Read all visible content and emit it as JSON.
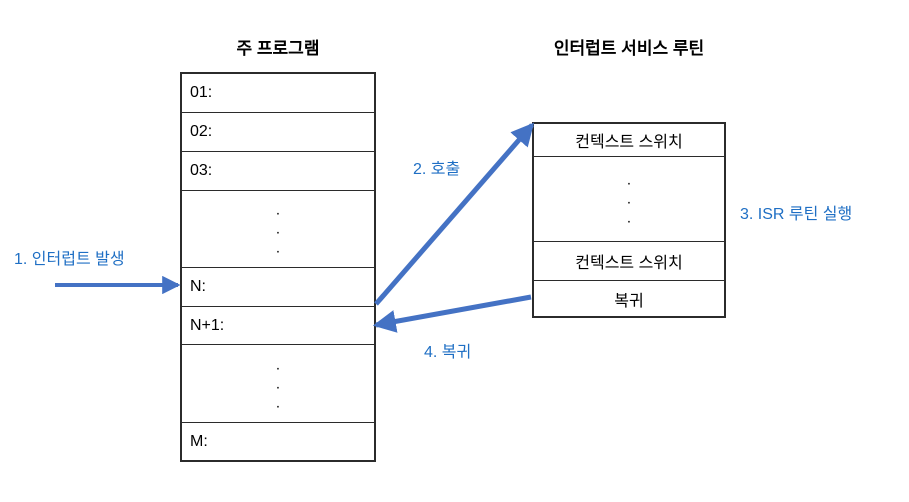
{
  "diagram": {
    "title_main": "주 프로그램",
    "title_isr": "인터럽트 서비스 루틴",
    "accent_blue": "#4472C4",
    "text_blue": "#1F6FC4",
    "border_color": "#2B2B2B",
    "background": "#FFFFFF"
  },
  "main_program": {
    "rows": [
      {
        "label": "01:",
        "align": "left",
        "dots": 0
      },
      {
        "label": "02:",
        "align": "left",
        "dots": 0
      },
      {
        "label": "03:",
        "align": "left",
        "dots": 0
      },
      {
        "label": "",
        "align": "center",
        "dots": 3
      },
      {
        "label": "N:",
        "align": "left",
        "dots": 0
      },
      {
        "label": "N+1:",
        "align": "left",
        "dots": 0
      },
      {
        "label": "",
        "align": "center",
        "dots": 3
      },
      {
        "label": "M:",
        "align": "left",
        "dots": 0
      }
    ]
  },
  "isr": {
    "rows": [
      {
        "label": "컨텍스트 스위치",
        "align": "center",
        "dots": 0
      },
      {
        "label": "",
        "align": "center",
        "dots": 3
      },
      {
        "label": "컨텍스트 스위치",
        "align": "center",
        "dots": 0
      },
      {
        "label": "복귀",
        "align": "center",
        "dots": 0
      }
    ]
  },
  "annotations": [
    {
      "id": "anno-1",
      "text": "1. 인터럽트 발생"
    },
    {
      "id": "anno-2",
      "text": "2. 호출"
    },
    {
      "id": "anno-3",
      "text": "3. ISR 루틴 실행"
    },
    {
      "id": "anno-4",
      "text": "4. 복귀"
    }
  ],
  "dot": "."
}
